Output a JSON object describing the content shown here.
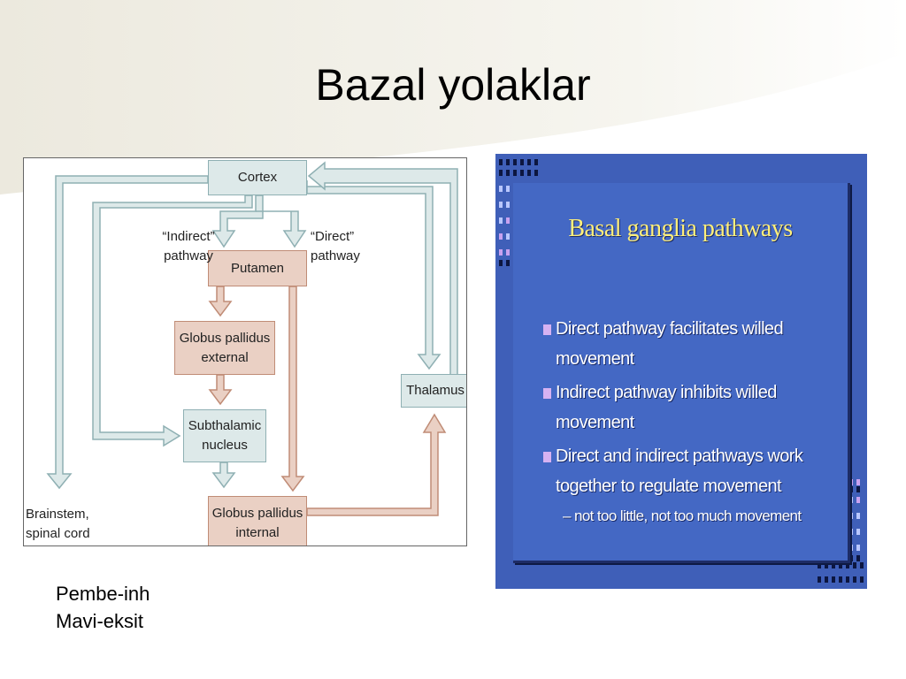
{
  "slide": {
    "title": "Bazal yolaklar",
    "legend": [
      "Pembe-inh",
      "Mavi-eksit"
    ]
  },
  "diagram": {
    "nodes": {
      "cortex": "Cortex",
      "putamen": "Putamen",
      "gp_external": "Globus pallidus\nexternal",
      "thalamus": "Thalamus",
      "subthalamic": "Subthalamic\nnucleus",
      "gp_internal": "Globus pallidus\ninternal"
    },
    "labels": {
      "indirect": "“Indirect”\npathway",
      "direct": "“Direct”\npathway",
      "brainstem": "Brainstem,\nspinal cord"
    },
    "colors": {
      "excitatory_fill": "#dde9e9",
      "excitatory_stroke": "#8fb0b3",
      "inhibitory_fill": "#ead0c4",
      "inhibitory_stroke": "#c08c76"
    }
  },
  "inset": {
    "title": "Basal ganglia pathways",
    "bullets": [
      "Direct pathway facilitates willed movement",
      "Indirect pathway inhibits willed movement",
      "Direct and indirect pathways work together to regulate movement"
    ],
    "sub_bullet": "– not too little, not too much movement",
    "colors": {
      "background": "#3f5fb8",
      "title": "#ffef7a",
      "marker": "#d6b2f2"
    }
  }
}
